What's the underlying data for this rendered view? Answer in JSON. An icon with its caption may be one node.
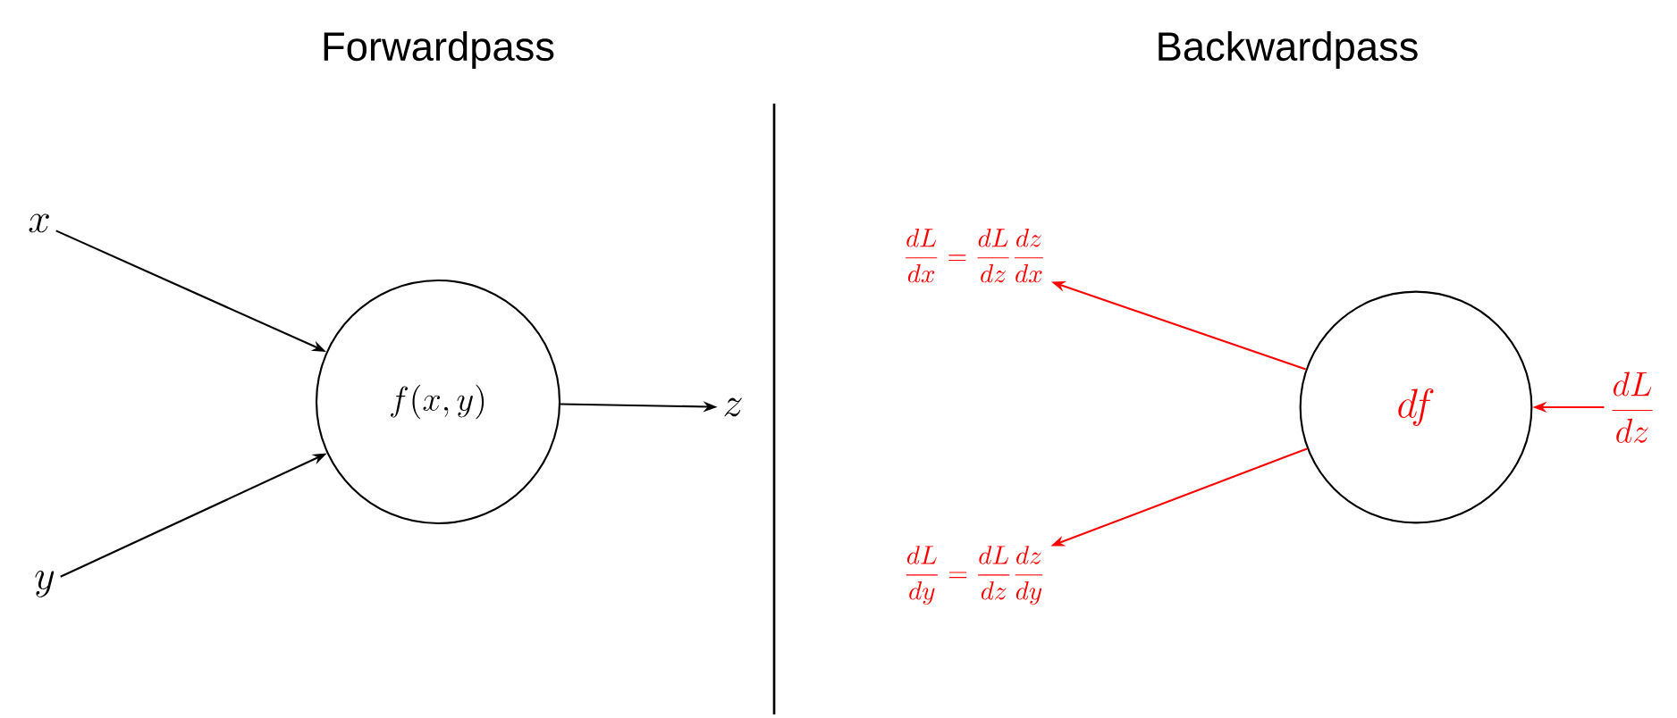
{
  "diagram": {
    "nodes": [
      {
        "text": [
          "x"
        ]
      },
      {
        "text": [
          "y"
        ]
      },
      {
        "text": [
          "f(x,y)"
        ]
      },
      {
        "text": [
          "z"
        ]
      },
      {
        "text": [
          "\\frac{dL}{dx}=\\frac{dL}{dz}\\frac{dz}{dx}"
        ]
      },
      {
        "text": [
          "\\frac{dL}{dy}=\\frac{dL}{dz}\\frac{dz}{dy}"
        ]
      },
      {
        "text": [
          "df"
        ]
      },
      {
        "text": [
          "\\frac{dL}{dz}"
        ]
      }
    ],
    "edges": [
      {
        "from": 0,
        "to": 2,
        "arrow": "to",
        "color": "#000000"
      },
      {
        "from": 1,
        "to": 2,
        "arrow": "to",
        "color": "#000000"
      },
      {
        "from": 2,
        "to": 3,
        "arrow": "to",
        "color": "#000000"
      },
      {
        "from": 6,
        "to": 4,
        "arrow": "to",
        "color": "#ff0000"
      },
      {
        "from": 6,
        "to": 5,
        "arrow": "to",
        "color": "#ff0000"
      },
      {
        "from": 7,
        "to": 6,
        "arrow": "to",
        "color": "#ff0000"
      }
    ],
    "labels": [
      "Forwardpass",
      "Backwardpass"
    ]
  }
}
